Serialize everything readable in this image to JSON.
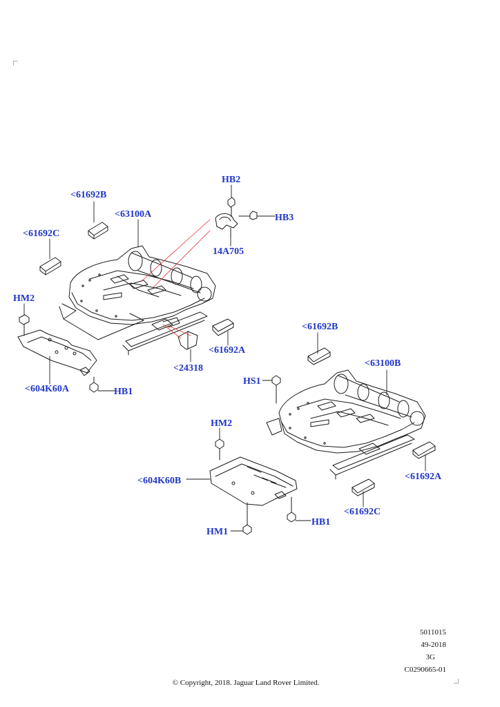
{
  "labels": {
    "hb2": "HB2",
    "hb3": "HB3",
    "p14a705": "14A705",
    "p61692b_left": "<61692B",
    "p63100a": "<63100A",
    "p61692c_left": "<61692C",
    "hm2_left": "HM2",
    "p61692a_left": "<61692A",
    "p24318": "<24318",
    "p604k60a": "<604K60A",
    "hb1_left": "HB1",
    "p61692b_right": "<61692B",
    "p63100b": "<63100B",
    "hs1": "HS1",
    "hm2_right": "HM2",
    "p61692a_right": "<61692A",
    "p604k60b": "<604K60B",
    "p61692c_right": "<61692C",
    "hm1": "HM1",
    "hb1_right": "HB1"
  },
  "footer": {
    "line1": "5011015",
    "line2": "49-2018",
    "line3": "3G",
    "line4": "C0290665-01",
    "copyright": "© Copyright, 2018. Jaguar Land Rover Limited."
  },
  "colors": {
    "label": "#1f35c8",
    "line": "#1a1a1a",
    "highlight": "#e03030"
  }
}
